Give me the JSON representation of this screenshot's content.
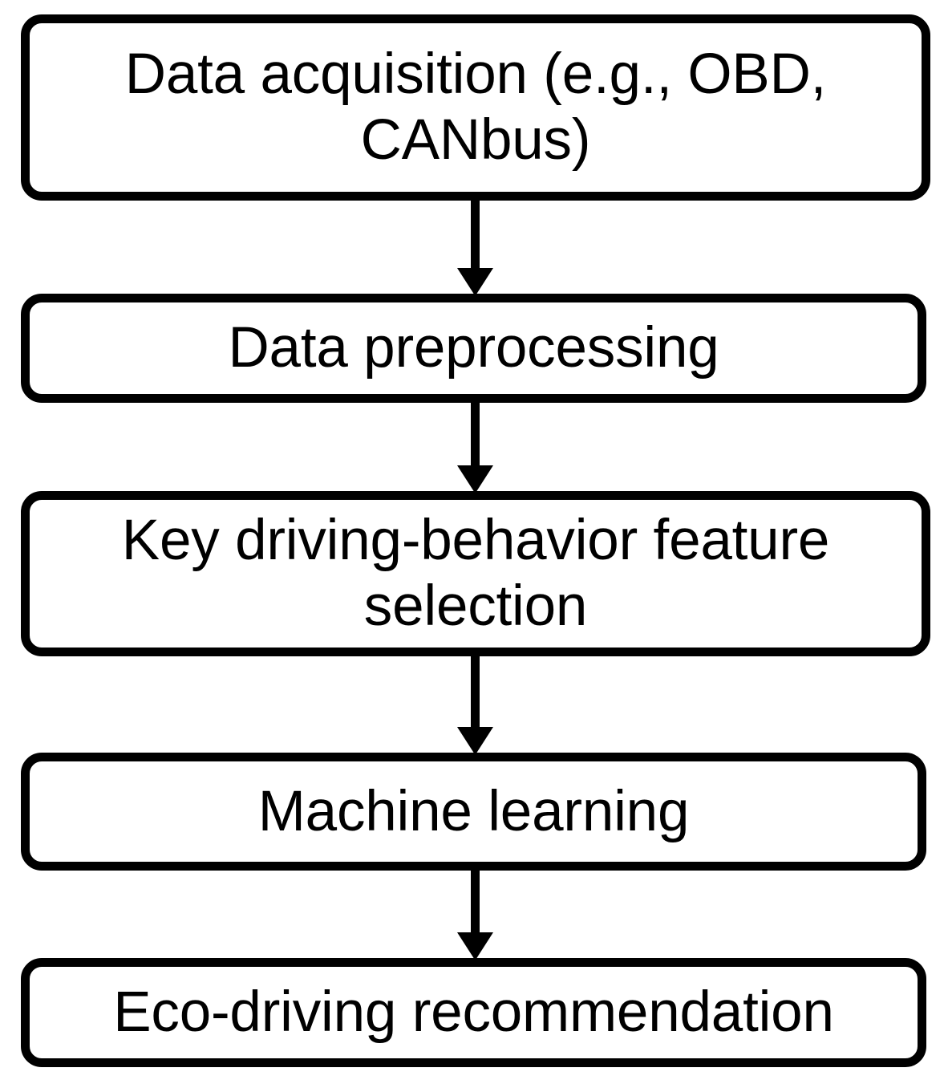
{
  "diagram": {
    "type": "flowchart",
    "orientation": "vertical",
    "background_color": "#ffffff",
    "stroke_color": "#000000",
    "text_color": "#000000",
    "nodes": [
      {
        "id": "data-acquisition",
        "label": "Data acquisition (e.g., OBD,\nCANbus)",
        "shape": "rounded-rectangle",
        "lines": 2
      },
      {
        "id": "data-preprocessing",
        "label": "Data preprocessing",
        "shape": "rounded-rectangle",
        "lines": 1
      },
      {
        "id": "feature-selection",
        "label": "Key driving-behavior feature\nselection",
        "shape": "rounded-rectangle",
        "lines": 2
      },
      {
        "id": "machine-learning",
        "label": "Machine learning",
        "shape": "rounded-rectangle",
        "lines": 1
      },
      {
        "id": "eco-driving-recommendation",
        "label": "Eco-driving recommendation",
        "shape": "rounded-rectangle",
        "lines": 1
      }
    ],
    "edges": [
      {
        "id": "edge-0",
        "from": "data-acquisition",
        "to": "data-preprocessing",
        "style": "solid-arrow",
        "direction": "down"
      },
      {
        "id": "edge-1",
        "from": "data-preprocessing",
        "to": "feature-selection",
        "style": "solid-arrow",
        "direction": "down"
      },
      {
        "id": "edge-2",
        "from": "feature-selection",
        "to": "machine-learning",
        "style": "solid-arrow",
        "direction": "down"
      },
      {
        "id": "edge-3",
        "from": "machine-learning",
        "to": "eco-driving-recommendation",
        "style": "solid-arrow",
        "direction": "down"
      }
    ]
  }
}
